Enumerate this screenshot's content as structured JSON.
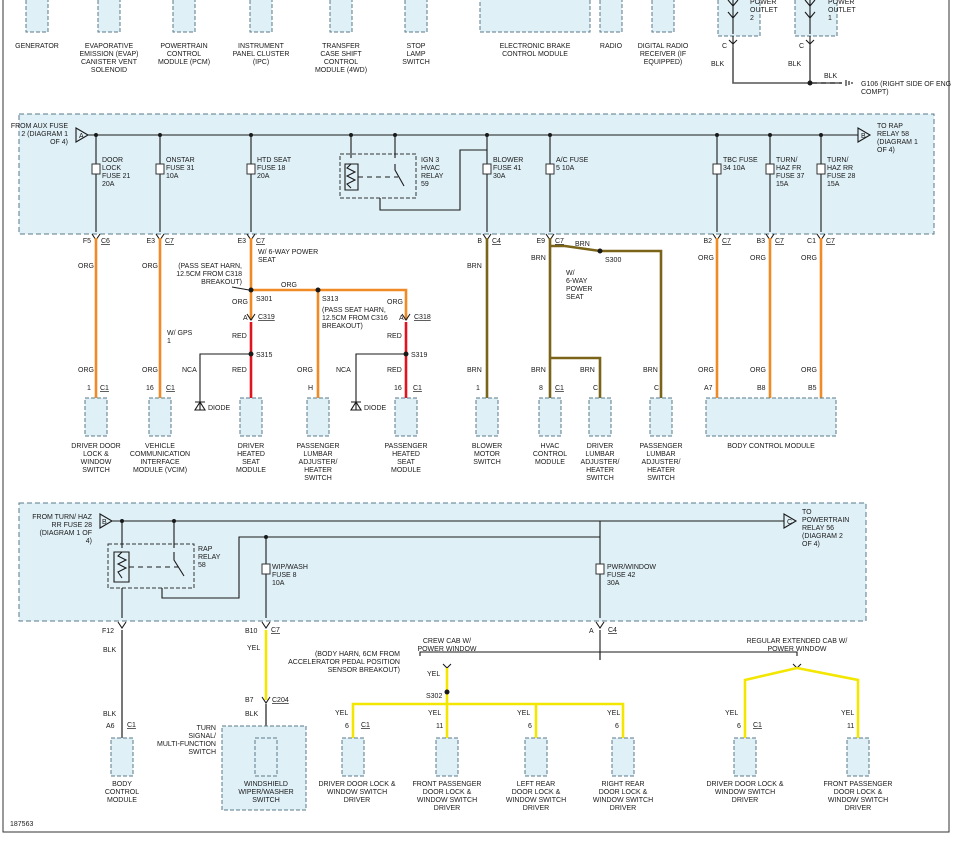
{
  "figure_id": "187563",
  "top_components": [
    {
      "label": "GENERATOR"
    },
    {
      "label": "EVAPORATIVE EMISSION (EVAP) CANISTER VENT SOLENOID"
    },
    {
      "label": "POWERTRAIN CONTROL MODULE (PCM)"
    },
    {
      "label": "INSTRUMENT PANEL CLUSTER (IPC)"
    },
    {
      "label": "TRANSFER CASE SHIFT CONTROL MODULE (4WD)"
    },
    {
      "label": "STOP LAMP SWITCH"
    },
    {
      "label": "ELECTRONIC BRAKE CONTROL MODULE"
    },
    {
      "label": "RADIO"
    },
    {
      "label": "DIGITAL RADIO RECEIVER (IF EQUIPPED)"
    }
  ],
  "power_outlets": [
    {
      "label": "POWER OUTLET 2",
      "pin": "C",
      "wire": "BLK"
    },
    {
      "label": "POWER OUTLET 1",
      "pin": "C",
      "wire": "BLK"
    }
  ],
  "ground": {
    "wire": "BLK",
    "label": "G106 (RIGHT SIDE OF ENG COMPT)"
  },
  "section1": {
    "source_label": "FROM AUX FUSE 2 (DIAGRAM 1 OF 4)",
    "source_marker": "A",
    "dest_label": "TO RAP RELAY 58 (DIAGRAM 1 OF 4)",
    "dest_marker": "B",
    "fuses": [
      {
        "label": "DOOR LOCK FUSE 21 20A",
        "pin": "F5",
        "conn": "C6",
        "wire": "ORG"
      },
      {
        "label": "ONSTAR FUSE 31 10A",
        "pin": "E3",
        "conn": "C7",
        "wire": "ORG"
      },
      {
        "label": "HTD SEAT FUSE 18 20A",
        "pin": "E3",
        "conn": "C7",
        "wire": "ORG"
      },
      {
        "label": "BLOWER FUSE 41 30A",
        "pin": "B",
        "conn": "C4",
        "wire": "BRN"
      },
      {
        "label": "A/C FUSE 5 10A",
        "pin": "E9",
        "conn": "C7",
        "wire": "BRN"
      },
      {
        "label": "TBC FUSE 34 10A",
        "pin": "B2",
        "conn": "C7",
        "wire": "ORG"
      },
      {
        "label": "TURN/ HAZ FR FUSE 37 15A",
        "pin": "B3",
        "conn": "C7",
        "wire": "ORG"
      },
      {
        "label": "TURN/ HAZ RR FUSE 28 15A",
        "pin": "C1",
        "conn": "C7",
        "wire": "ORG"
      }
    ],
    "relay": {
      "label": "IGN 3 HVAC RELAY 59"
    },
    "notes": {
      "w_6way": "W/ 6-WAY POWER SEAT",
      "pass_seat_left": "(PASS SEAT HARN, 12.5CM FROM C318 BREAKOUT)",
      "pass_seat_right": "(PASS SEAT HARN, 12.5CM FROM C316 BREAKOUT)",
      "w_gps": "W/ GPS 1",
      "w_6way_brn": "W/ 6-WAY POWER SEAT"
    },
    "splices": {
      "s301": "S301",
      "s313": "S313",
      "s315": "S315",
      "s319": "S319",
      "s300": "S300"
    },
    "misc": {
      "nca": "NCA",
      "diode": "DIODE",
      "red": "RED",
      "a": "A",
      "h": "H",
      "c319": "C319",
      "c318": "C318",
      "org": "ORG",
      "brn": "BRN",
      "c_pin": "C",
      "c1": "C1",
      "p1": "1",
      "p16": "16",
      "p8": "8",
      "a7": "A7",
      "b8": "B8",
      "b5": "B5"
    },
    "loads": [
      {
        "label": "DRIVER DOOR LOCK & WINDOW SWITCH"
      },
      {
        "label": "VEHICLE COMMUNICATION INTERFACE MODULE (VCIM)"
      },
      {
        "label": "DRIVER HEATED SEAT MODULE"
      },
      {
        "label": "PASSENGER LUMBAR ADJUSTER/ HEATER SWITCH"
      },
      {
        "label": "PASSENGER HEATED SEAT MODULE"
      },
      {
        "label": "BLOWER MOTOR SWITCH"
      },
      {
        "label": "HVAC CONTROL MODULE"
      },
      {
        "label": "DRIVER LUMBAR ADJUSTER/ HEATER SWITCH"
      },
      {
        "label": "PASSENGER LUMBAR ADJUSTER/ HEATER SWITCH"
      },
      {
        "label": "BODY CONTROL MODULE"
      }
    ]
  },
  "section2": {
    "source_label": "FROM TURN/ HAZ RR FUSE 28 (DIAGRAM 1 OF 4)",
    "source_marker": "B",
    "dest_label": "TO POWERTRAIN RELAY 56 (DIAGRAM 2 OF 4)",
    "dest_marker": "C",
    "relay": {
      "label": "RAP RELAY 58"
    },
    "fuses": [
      {
        "label": "WIP/WASH FUSE 8 10A",
        "pin": "B10",
        "conn": "C7",
        "wire": "YEL"
      },
      {
        "label": "PWR/WINDOW FUSE 42 30A",
        "pin": "A",
        "conn": "C4"
      }
    ],
    "relay_out": {
      "pin": "F12",
      "wire": "BLK",
      "pin2": "A6",
      "conn": "C1",
      "wire2": "BLK"
    },
    "wiper": {
      "pin": "B7",
      "conn": "C204",
      "wire": "BLK"
    },
    "turn_switch": "TURN SIGNAL/ MULTI-FUNCTION SWITCH",
    "crew_cab": "CREW CAB W/ POWER WINDOW",
    "regular_cab": "REGULAR EXTENDED CAB W/ POWER WINDOW",
    "body_harn": "(BODY HARN, 6CM FROM ACCELERATOR PEDAL POSITION SENSOR BREAKOUT)",
    "splice": "S302",
    "yel": "YEL",
    "loads": [
      {
        "label": "BODY CONTROL MODULE"
      },
      {
        "label": "WINDSHIELD WIPER/WASHER SWITCH"
      },
      {
        "label": "DRIVER DOOR LOCK & WINDOW SWITCH DRIVER",
        "pin": "6",
        "conn": "C1"
      },
      {
        "label": "FRONT PASSENGER DOOR LOCK & WINDOW SWITCH DRIVER",
        "pin": "11"
      },
      {
        "label": "LEFT REAR DOOR LOCK & WINDOW SWITCH DRIVER",
        "pin": "6"
      },
      {
        "label": "RIGHT REAR DOOR LOCK & WINDOW SWITCH DRIVER",
        "pin": "6"
      },
      {
        "label": "DRIVER DOOR LOCK & WINDOW SWITCH DRIVER",
        "pin": "6",
        "conn": "C1"
      },
      {
        "label": "FRONT PASSENGER DOOR LOCK & WINDOW SWITCH DRIVER",
        "pin": "11"
      }
    ]
  }
}
